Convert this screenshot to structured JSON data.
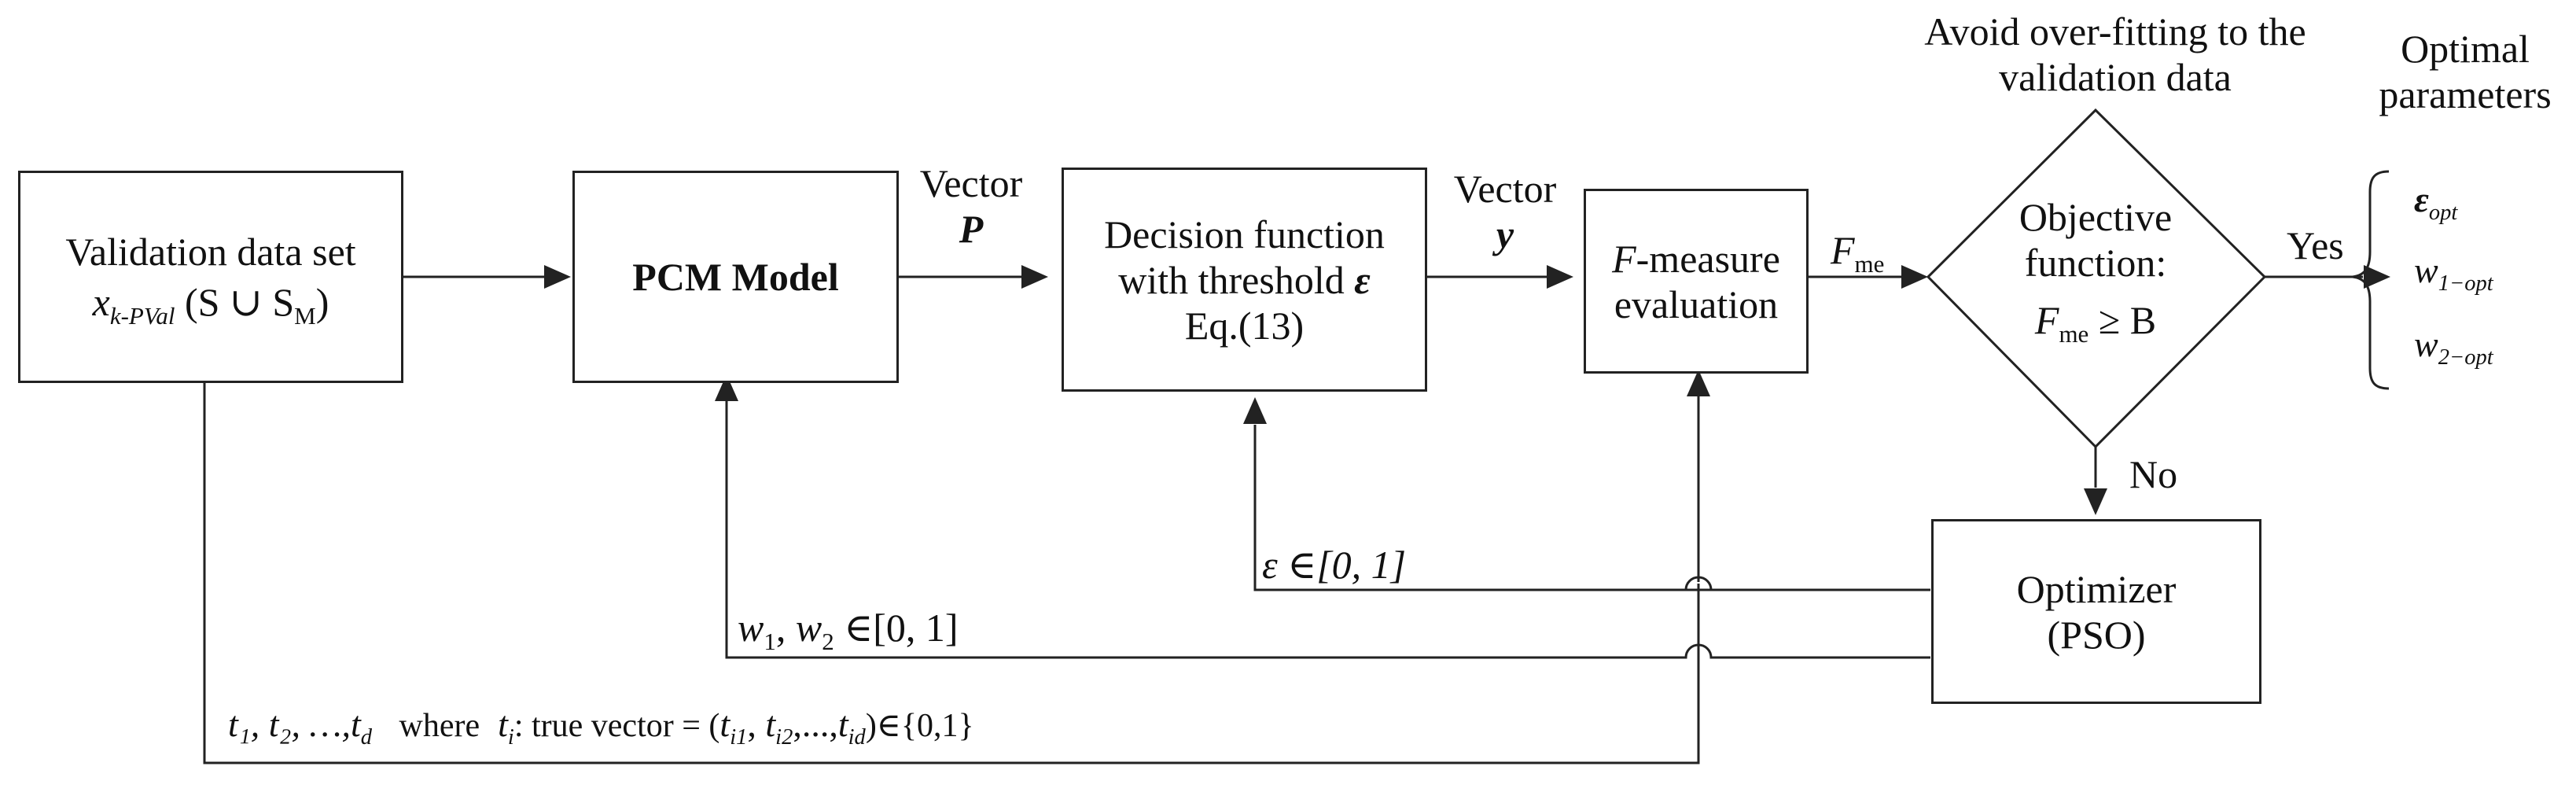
{
  "blocks": {
    "validation": {
      "line1": "Validation data set",
      "var": "x",
      "sub": "k-PVal",
      "set": "(S ∪ S",
      "set_sub": "M",
      "set_close": ")"
    },
    "pcm": {
      "label": "PCM Model"
    },
    "decision": {
      "line1": "Decision function",
      "line2": "with threshold",
      "symbol": "ε",
      "line3": "Eq.(13)"
    },
    "fmeasure": {
      "italic": "F",
      "line1": "-measure",
      "line2": "evaluation"
    },
    "objective": {
      "line1": "Objective",
      "line2": "function:",
      "var": "F",
      "sub": "me",
      "rel": "≥ B"
    },
    "optimizer": {
      "line1": "Optimizer",
      "line2": "(PSO)"
    }
  },
  "labels": {
    "vector_p_word": "Vector",
    "vector_p_sym": "P",
    "vector_y_word": "Vector",
    "vector_y_sym": "y",
    "fme_var": "F",
    "fme_sub": "me",
    "yes": "Yes",
    "no": "No",
    "avoid_line1": "Avoid over-fitting  to the",
    "avoid_line2": "validation data",
    "optimal_line1": "Optimal",
    "optimal_line2": "parameters",
    "eps_range": "ε ∈[0, 1]",
    "w_range_w1": "w",
    "w_range_sub1": "1",
    "w_range_sep": ", ",
    "w_range_w2": "w",
    "w_range_sub2": "2",
    "w_range_tail": " ∈[0, 1]",
    "truth_vars": "t₁, t₂, …,t",
    "truth_sub": "d",
    "truth_where": "where",
    "truth_ti": "t",
    "truth_ti_sub": "i",
    "truth_text": ": true vector = (",
    "truth_t1": "t",
    "truth_t1_sub": "i1",
    "truth_sep1": ", ",
    "truth_t2": "t",
    "truth_t2_sub": "i2",
    "truth_sep2": ",...,",
    "truth_t3": "t",
    "truth_t3_sub": "id",
    "truth_close": ")∈{0,1}"
  },
  "outputs": [
    {
      "sym": "ε",
      "sub": "opt"
    },
    {
      "sym": "w",
      "sub": "1−opt"
    },
    {
      "sym": "w",
      "sub": "2−opt"
    }
  ]
}
